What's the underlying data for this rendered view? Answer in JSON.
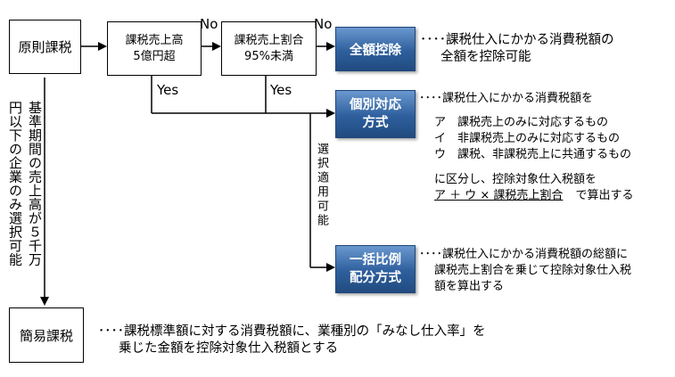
{
  "nodes": {
    "gensoku": "原則課税",
    "kazei_uriage_line1": "課税売上高",
    "kazei_uriage_line2": "5億円超",
    "kazei_wariai_line1": "課税売上割合",
    "kazei_wariai_line2": "95%未満",
    "zengaku": "全額控除",
    "kobetsu_line1": "個別対応",
    "kobetsu_line2": "方式",
    "ikkatsu_line1": "一括比例",
    "ikkatsu_line2": "配分方式",
    "kan_i": "簡易課税"
  },
  "edge_labels": {
    "no1": "No",
    "no2": "No",
    "yes1": "Yes",
    "yes2": "Yes",
    "sentaku": "選択適用可能",
    "kan_i_condition_col1": "基準期間の売上高が５千万",
    "kan_i_condition_col2": "円以下の企業のみ選択可能"
  },
  "descriptions": {
    "zengaku": [
      "････課税仕入にかかる消費税額の",
      "全額を控除可能"
    ],
    "kobetsu_intro": "････課税仕入にかかる消費税額を",
    "kobetsu_items": [
      "ア　課税売上のみに対応するもの",
      "イ　非課税売上のみに対応するもの",
      "ウ　課税、非課税売上に共通するもの"
    ],
    "kobetsu_after": "に区分し、控除対象仕入税額を",
    "kobetsu_formula": "ア ＋ ウ × 課税売上割合",
    "kobetsu_formula_suffix": "で算出する",
    "ikkatsu": [
      "････課税仕入にかかる消費税額の総額に",
      "課税売上割合を乗じて控除対象仕入税",
      "額を算出する"
    ],
    "kan_i": [
      "････課税標準額に対する消費税額に、業種別の「みなし仕入率」を",
      "乗じた金額を控除対象仕入税額とする"
    ]
  }
}
